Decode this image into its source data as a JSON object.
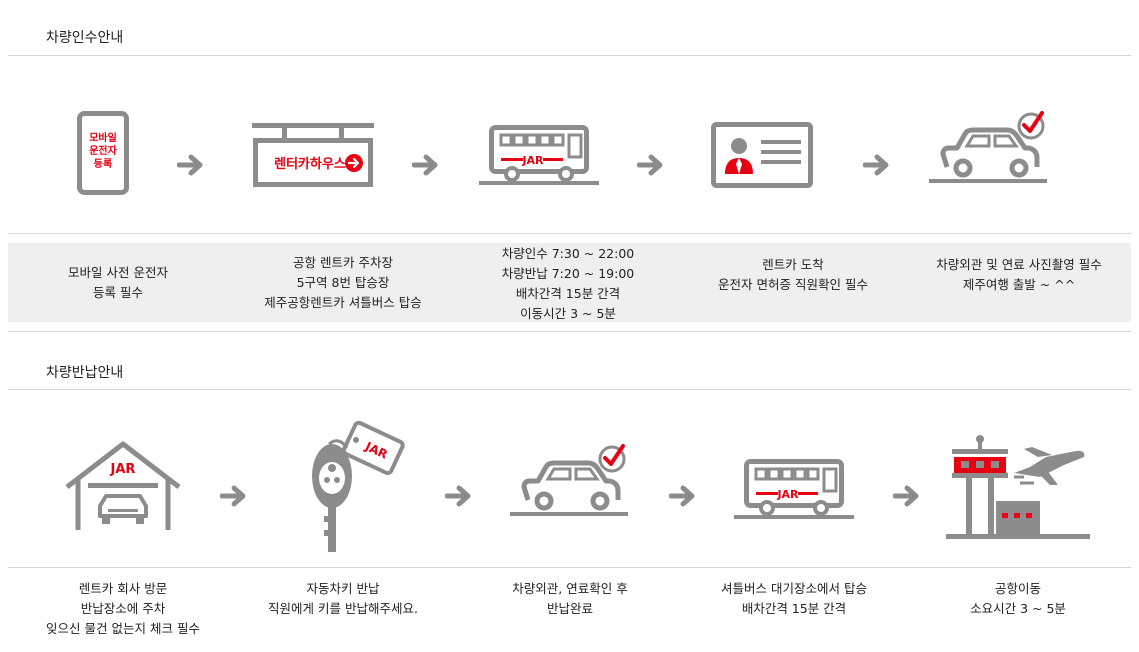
{
  "pickup": {
    "title": "차량인수안내",
    "steps": [
      {
        "icon": "mobile-phone-icon",
        "icon_text": [
          "모바일",
          "운전자",
          "등록"
        ],
        "lines": [
          "모바일 사전 운전자",
          "등록 필수"
        ]
      },
      {
        "icon": "rental-house-sign-icon",
        "icon_text": [
          "렌터카하우스"
        ],
        "lines": [
          "공항 렌트카 주차장",
          "5구역 8번 탑승장",
          "제주공항렌트카 셔틀버스 탑승"
        ]
      },
      {
        "icon": "jar-shuttle-bus-icon",
        "icon_text": [
          "JAR"
        ],
        "lines": [
          "차량인수 7:30 ~ 22:00",
          "차량반납 7:20 ~ 19:00",
          "배차간격 15분 간격",
          "이동시간 3 ~ 5분"
        ]
      },
      {
        "icon": "id-card-icon",
        "icon_text": [],
        "lines": [
          "렌트카 도착",
          "운전자 면허증 직원확인 필수"
        ]
      },
      {
        "icon": "car-check-icon",
        "icon_text": [],
        "lines": [
          "차량외관 및 연료 사진촬영 필수",
          "제주여행 출발 ~ ^^"
        ]
      }
    ]
  },
  "return": {
    "title": "차량반납안내",
    "steps": [
      {
        "icon": "jar-garage-icon",
        "icon_text": [
          "JAR"
        ],
        "lines": [
          "렌트카 회사 방문",
          "반납장소에 주차",
          "잊으신 물건 없는지 체크 필수"
        ]
      },
      {
        "icon": "car-key-tag-icon",
        "icon_text": [
          "JAR"
        ],
        "lines": [
          "자동차키 반납",
          "직원에게 키를 반납해주세요."
        ]
      },
      {
        "icon": "car-check-icon",
        "icon_text": [],
        "lines": [
          "차량외관, 연료확인 후",
          "반납완료"
        ]
      },
      {
        "icon": "jar-shuttle-bus-icon",
        "icon_text": [
          "JAR"
        ],
        "lines": [
          "셔틀버스 대기장소에서 탑승",
          "배차간격 15분 간격"
        ]
      },
      {
        "icon": "airport-tower-plane-icon",
        "icon_text": [],
        "lines": [
          "공항이동",
          "소요시간 3 ~ 5분"
        ]
      }
    ]
  },
  "colors": {
    "accent": "#e60012",
    "icon_gray": "#8c8c8c",
    "band": "#efefef",
    "divider": "#d6d6d6"
  }
}
